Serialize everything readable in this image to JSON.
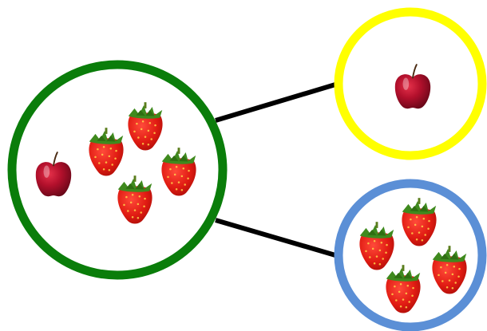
{
  "diagram": {
    "type": "part-whole number bond",
    "whole": {
      "ring_color": "#0a7d0a",
      "contents": [
        {
          "item": "apple-icon",
          "count": 1
        },
        {
          "item": "strawberry-icon",
          "count": 4
        }
      ]
    },
    "parts": [
      {
        "ring_color": "#ffff00",
        "contents": [
          {
            "item": "apple-icon",
            "count": 1
          }
        ]
      },
      {
        "ring_color": "#5b8fd6",
        "contents": [
          {
            "item": "strawberry-icon",
            "count": 4
          }
        ]
      }
    ],
    "connector_color": "#000000"
  }
}
